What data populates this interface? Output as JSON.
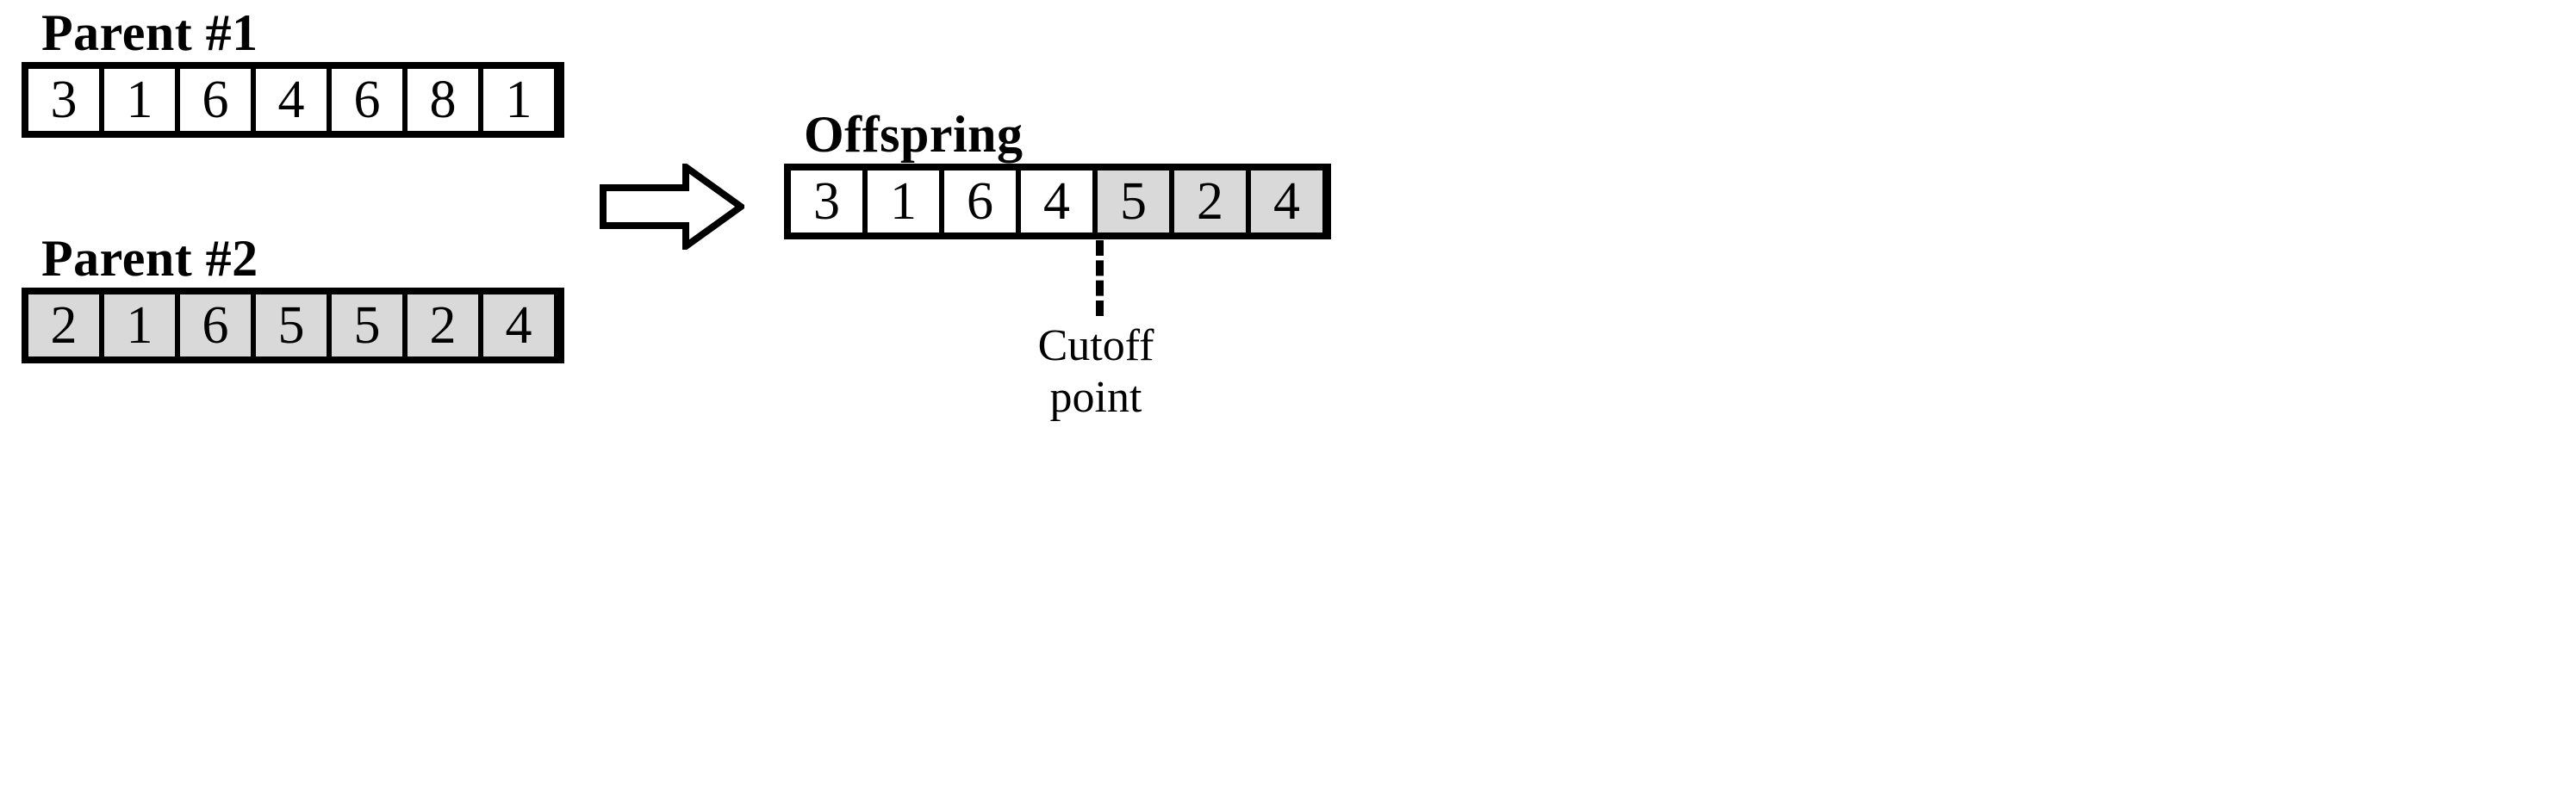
{
  "figure": {
    "kind": "genetic-algorithm-crossover-diagram",
    "background_color": "#ffffff",
    "line_color": "#000000",
    "shaded_cell_color": "#d9d9d9",
    "plain_cell_color": "#ffffff"
  },
  "parent1": {
    "title": "Parent #1",
    "genes": [
      "3",
      "1",
      "6",
      "4",
      "6",
      "8",
      "1"
    ],
    "shaded": [
      false,
      false,
      false,
      false,
      false,
      false,
      false
    ]
  },
  "parent2": {
    "title": "Parent #2",
    "genes": [
      "2",
      "1",
      "6",
      "5",
      "5",
      "2",
      "4"
    ],
    "shaded": [
      true,
      true,
      true,
      true,
      true,
      true,
      true
    ]
  },
  "offspring": {
    "title": "Offspring",
    "genes": [
      "3",
      "1",
      "6",
      "4",
      "5",
      "2",
      "4"
    ],
    "shaded": [
      false,
      false,
      false,
      false,
      true,
      true,
      true
    ],
    "cutoff_index": 4
  },
  "arrow": {
    "icon": "right-block-arrow-icon",
    "direction": "right"
  },
  "cutoff": {
    "label_line1": "Cutoff",
    "label_line2": "point",
    "label": "Cutoff\npoint"
  }
}
